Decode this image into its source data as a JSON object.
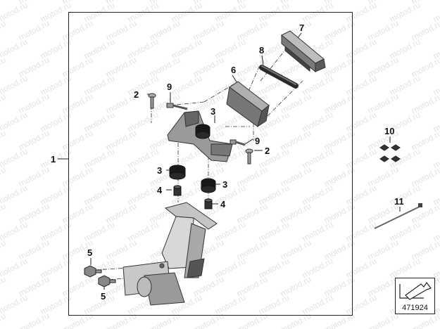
{
  "watermark": {
    "text": "motod.ru",
    "color": "#e3e3e3"
  },
  "diagram_id": "471924",
  "callouts": {
    "c1": "1",
    "c2a": "2",
    "c2b": "2",
    "c3a": "3",
    "c3b": "3",
    "c3c": "3",
    "c4a": "4",
    "c4b": "4",
    "c5a": "5",
    "c5b": "5",
    "c6": "6",
    "c7": "7",
    "c8": "8",
    "c9a": "9",
    "c9b": "9",
    "c10": "10",
    "c11": "11"
  },
  "parts": [
    {
      "number": "1",
      "name": "frame-assembly"
    },
    {
      "number": "2",
      "name": "bolt"
    },
    {
      "number": "3",
      "name": "rubber-mount"
    },
    {
      "number": "4",
      "name": "spacer-sleeve"
    },
    {
      "number": "5",
      "name": "hex-screw"
    },
    {
      "number": "6",
      "name": "control-unit"
    },
    {
      "number": "7",
      "name": "holder"
    },
    {
      "number": "8",
      "name": "rubber-strap"
    },
    {
      "number": "9",
      "name": "screw"
    },
    {
      "number": "10",
      "name": "clip-nuts"
    },
    {
      "number": "11",
      "name": "cable-tie"
    }
  ]
}
